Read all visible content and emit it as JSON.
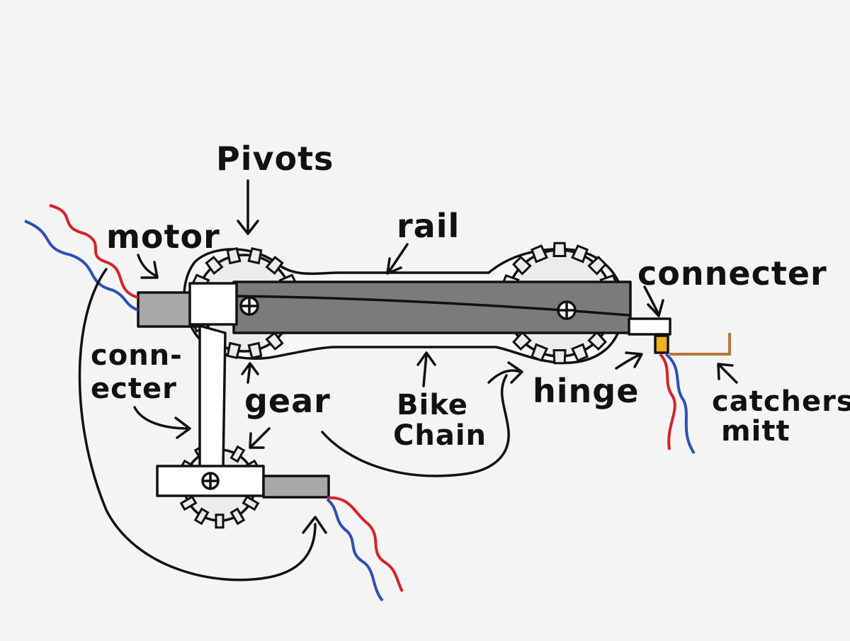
{
  "labels": {
    "pivots": "Pivots",
    "motor": "motor",
    "rail": "rail",
    "connecter_right": "connecter",
    "connecter_left_line1": "conn-",
    "connecter_left_line2": "ecter",
    "gear": "gear",
    "bike_line1": "Bike",
    "bike_line2": "Chain",
    "hinge": "hinge",
    "catchers_line1": "catchers",
    "catchers_line2": "mitt"
  },
  "colors": {
    "rail": "#7b7b7b",
    "motor": "#a8a8a8",
    "bracket": "#ffffff",
    "gear": "#ececec",
    "wire_red": "#d6232a",
    "wire_blue": "#2c4fb8",
    "hinge": "#f0b31e",
    "mitt": "#b7763c",
    "ink": "#111111"
  },
  "icons": {
    "screw": "screw-icon",
    "gear": "gear-icon",
    "arrow": "arrow-icon"
  }
}
